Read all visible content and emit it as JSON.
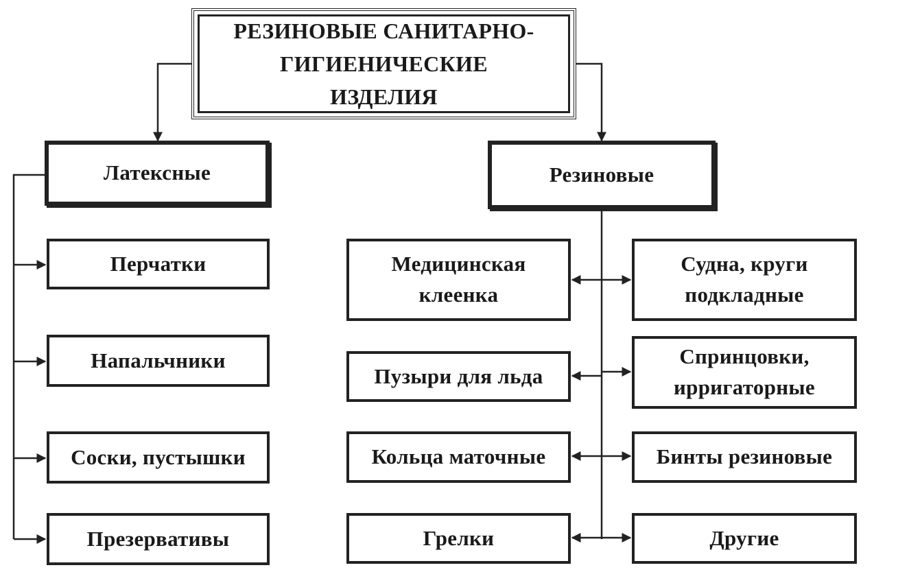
{
  "title": {
    "line1": "РЕЗИНОВЫЕ САНИТАРНО-",
    "line2": "ГИГИЕНИЧЕСКИЕ",
    "line3": "ИЗДЕЛИЯ"
  },
  "categories": {
    "latex": "Латексные",
    "rubber": "Резиновые"
  },
  "latex_items": [
    "Перчатки",
    "Напальчники",
    "Соски, пустышки",
    "Презервативы"
  ],
  "rubber_left": [
    {
      "l1": "Медицинская",
      "l2": "клеенка"
    },
    {
      "l1": "Пузыри для льда",
      "l2": ""
    },
    {
      "l1": "Кольца маточные",
      "l2": ""
    },
    {
      "l1": "Грелки",
      "l2": ""
    }
  ],
  "rubber_right": [
    {
      "l1": "Судна, круги",
      "l2": "подкладные"
    },
    {
      "l1": "Спринцовки,",
      "l2": "ирригаторные"
    },
    {
      "l1": "Бинты резиновые",
      "l2": ""
    },
    {
      "l1": "Другие",
      "l2": ""
    }
  ]
}
